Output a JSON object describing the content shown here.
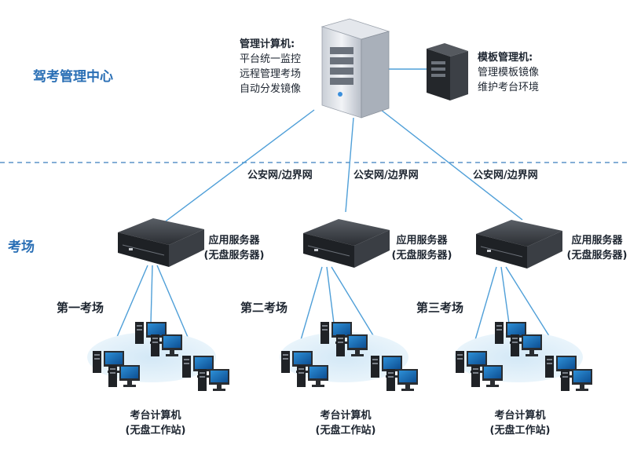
{
  "zones": {
    "control_center": "驾考管理中心",
    "exam_site": "考场"
  },
  "management_pc": {
    "title": "管理计算机:",
    "lines": [
      "平台统一监控",
      "远程管理考场",
      "自动分发镜像"
    ]
  },
  "template_pc": {
    "title": "模板管理机:",
    "lines": [
      "管理模板镜像",
      "维护考台环境"
    ]
  },
  "network_label": "公安网/边界网",
  "sites": [
    {
      "name": "第一考场",
      "server_title": "应用服务器",
      "server_sub": "(无盘服务器)",
      "ws_title": "考台计算机",
      "ws_sub": "(无盘工作站)"
    },
    {
      "name": "第二考场",
      "server_title": "应用服务器",
      "server_sub": "(无盘服务器)",
      "ws_title": "考台计算机",
      "ws_sub": "(无盘工作站)"
    },
    {
      "name": "第三考场",
      "server_title": "应用服务器",
      "server_sub": "(无盘服务器)",
      "ws_title": "考台计算机",
      "ws_sub": "(无盘工作站)"
    }
  ],
  "colors": {
    "accent": "#2a6fb5",
    "link_line": "#4f9fd8",
    "divider": "#5b93c8",
    "ellipse": "#d8ebf7"
  }
}
